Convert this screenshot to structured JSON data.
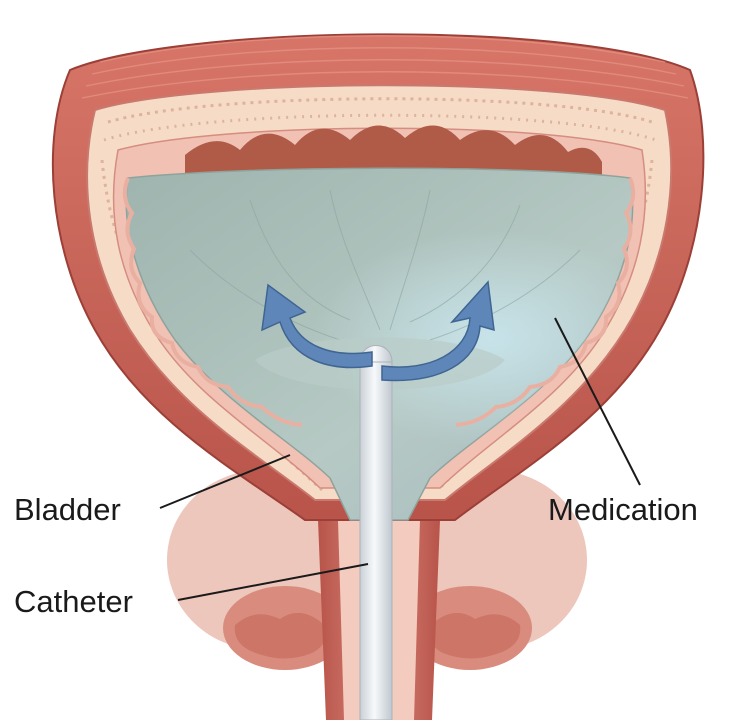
{
  "labels": {
    "bladder": "Bladder",
    "catheter": "Catheter",
    "medication": "Medication"
  },
  "colors": {
    "muscle": "#c9685c",
    "muscle_dark": "#a8463d",
    "mucosa": "#f1c1b4",
    "lining": "#f6dcc7",
    "fluid": "#a9bdb8",
    "arrow": "#5f86b8",
    "catheter": "#e9eef2"
  }
}
